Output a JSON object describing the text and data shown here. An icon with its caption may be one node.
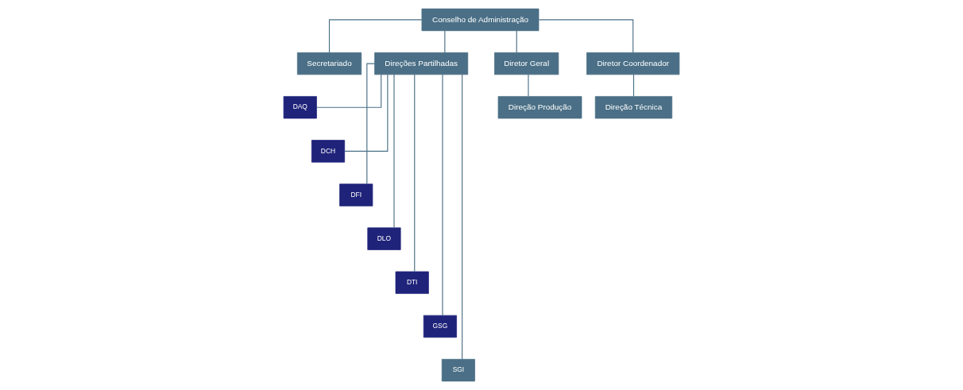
{
  "diagram": {
    "nodes": [
      {
        "text": [
          "Conselho de Administração"
        ]
      },
      {
        "text": [
          "Secretariado"
        ]
      },
      {
        "text": [
          "Direções Partilhadas"
        ]
      },
      {
        "text": [
          "DAQ"
        ]
      },
      {
        "text": [
          "DCH"
        ]
      },
      {
        "text": [
          "DFI"
        ]
      },
      {
        "text": [
          "DLO"
        ]
      },
      {
        "text": [
          "DTI"
        ]
      },
      {
        "text": [
          "GSG"
        ]
      },
      {
        "text": [
          "SGI"
        ]
      },
      {
        "text": [
          "Diretor Geral"
        ]
      },
      {
        "text": [
          "Diretor Coordenador"
        ]
      },
      {
        "text": [
          "Direção Produção"
        ]
      },
      {
        "text": [
          "Direção Técnica"
        ]
      }
    ],
    "edges": [
      {
        "from": 0,
        "to": 1,
        "arrow": "none"
      },
      {
        "from": 0,
        "to": 2,
        "arrow": "none"
      },
      {
        "from": 2,
        "to": 3,
        "arrow": "none"
      },
      {
        "from": 2,
        "to": 4,
        "arrow": "none"
      },
      {
        "from": 2,
        "to": 5,
        "arrow": "none"
      },
      {
        "from": 2,
        "to": 6,
        "arrow": "none"
      },
      {
        "from": 2,
        "to": 7,
        "arrow": "none"
      },
      {
        "from": 2,
        "to": 8,
        "arrow": "none"
      },
      {
        "from": 2,
        "to": 9,
        "arrow": "none"
      },
      {
        "from": 0,
        "to": 10,
        "arrow": "none"
      },
      {
        "from": 0,
        "to": 11,
        "arrow": "none"
      },
      {
        "from": 10,
        "to": 12,
        "arrow": "none"
      },
      {
        "from": 11,
        "to": 13,
        "arrow": "none"
      }
    ]
  }
}
